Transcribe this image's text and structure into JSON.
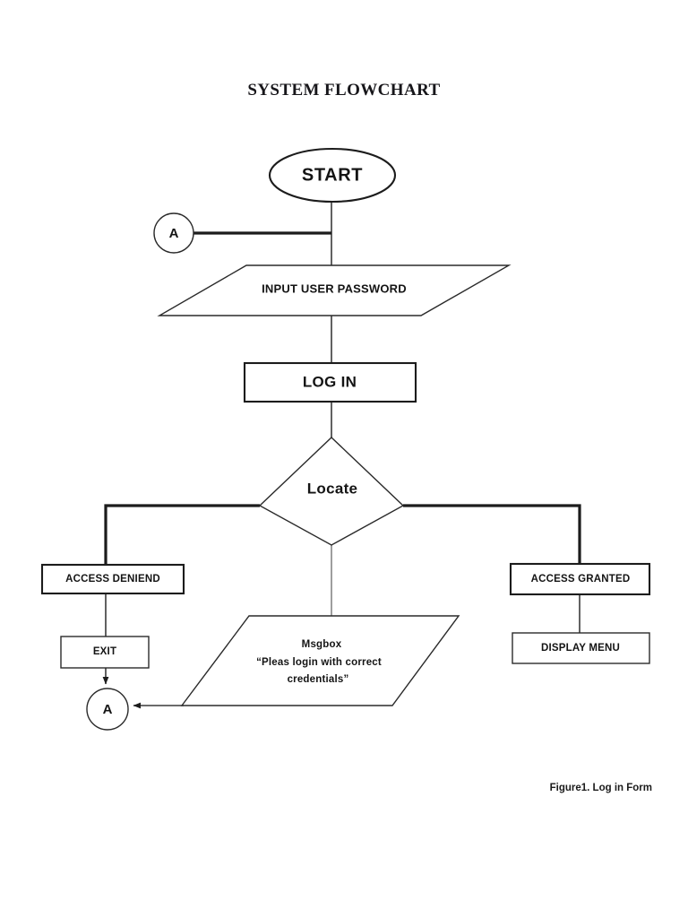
{
  "document": {
    "title": "SYSTEM FLOWCHART",
    "caption": "Figure1. Log in Form",
    "background_color": "#ffffff",
    "stroke_color": "#2a2a2a",
    "text_color": "#141414"
  },
  "chart_data": {
    "type": "diagram",
    "diagram_kind": "flowchart",
    "title": "SYSTEM FLOWCHART",
    "caption": "Figure1. Log in Form",
    "nodes": [
      {
        "id": "start",
        "shape": "ellipse",
        "label": "START"
      },
      {
        "id": "connector_in",
        "shape": "circle",
        "label": "A"
      },
      {
        "id": "input",
        "shape": "parallelogram",
        "label": "INPUT USER PASSWORD"
      },
      {
        "id": "login",
        "shape": "rectangle",
        "label": "LOG IN"
      },
      {
        "id": "locate",
        "shape": "diamond",
        "label": "Locate"
      },
      {
        "id": "denied",
        "shape": "rectangle",
        "label": "ACCESS DENIEND"
      },
      {
        "id": "granted",
        "shape": "rectangle",
        "label": "ACCESS GRANTED"
      },
      {
        "id": "exit",
        "shape": "rectangle",
        "label": "EXIT"
      },
      {
        "id": "display_menu",
        "shape": "rectangle",
        "label": "DISPLAY MENU"
      },
      {
        "id": "msgbox",
        "shape": "parallelogram",
        "label_line1": "Msgbox",
        "label_line2": "“Pleas login with correct",
        "label_line3": "credentials”"
      },
      {
        "id": "connector_out",
        "shape": "circle",
        "label": "A"
      }
    ],
    "edges": [
      {
        "from": "start",
        "to": "input",
        "arrow": false
      },
      {
        "from": "connector_in",
        "to": "input",
        "arrow": false
      },
      {
        "from": "input",
        "to": "login",
        "arrow": false
      },
      {
        "from": "login",
        "to": "locate",
        "arrow": false
      },
      {
        "from": "locate",
        "to": "denied",
        "arrow": false
      },
      {
        "from": "locate",
        "to": "granted",
        "arrow": false
      },
      {
        "from": "locate",
        "to": "msgbox",
        "arrow": false
      },
      {
        "from": "denied",
        "to": "exit",
        "arrow": false
      },
      {
        "from": "exit",
        "to": "connector_out",
        "arrow": true
      },
      {
        "from": "msgbox",
        "to": "connector_out",
        "arrow": true
      },
      {
        "from": "granted",
        "to": "display_menu",
        "arrow": false
      }
    ]
  },
  "nodes": {
    "start": {
      "label": "START"
    },
    "connector_in": {
      "label": "A"
    },
    "input": {
      "label": "INPUT USER PASSWORD"
    },
    "login": {
      "label": "LOG IN"
    },
    "locate": {
      "label": "Locate"
    },
    "denied": {
      "label": "ACCESS DENIEND"
    },
    "granted": {
      "label": "ACCESS GRANTED"
    },
    "exit": {
      "label": "EXIT"
    },
    "display_menu": {
      "label": "DISPLAY MENU"
    },
    "msgbox": {
      "line1": "Msgbox",
      "line2": "“Pleas login with correct",
      "line3": "credentials”"
    },
    "connector_out": {
      "label": "A"
    }
  }
}
